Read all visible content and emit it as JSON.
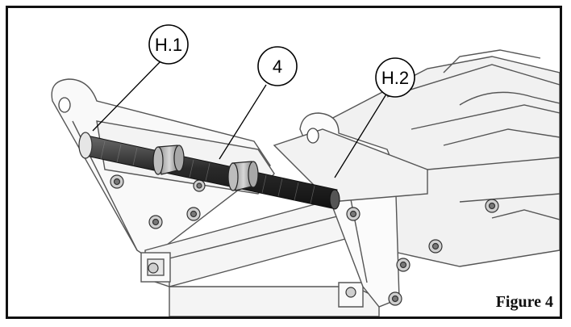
{
  "callouts": {
    "h1": "H.1",
    "four": "4",
    "h2": "H.2"
  },
  "figure_label": "Figure 4"
}
